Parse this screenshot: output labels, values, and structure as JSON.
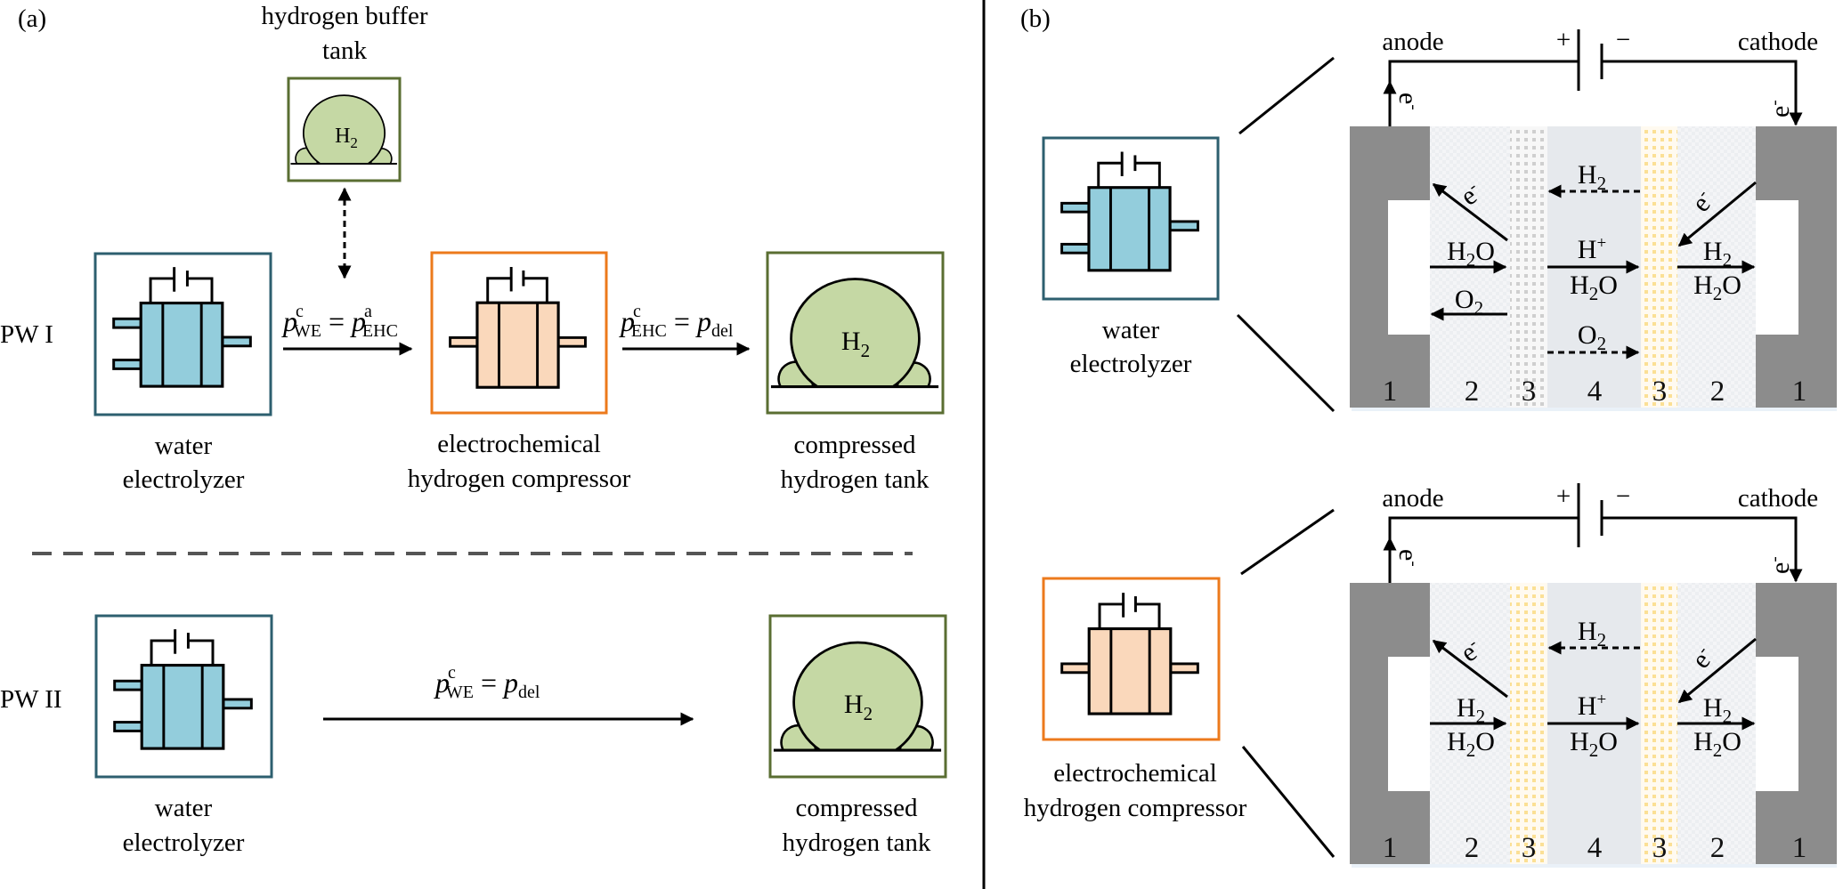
{
  "panel_a": {
    "label": "(a)",
    "buffer_tank": {
      "label_line1": "hydrogen buffer",
      "label_line2": "tank",
      "gas": {
        "base": "H",
        "sub": "2"
      }
    },
    "pw1": {
      "label": "PW I",
      "water_electrolyzer": {
        "line1": "water",
        "line2": "electrolyzer"
      },
      "compressor": {
        "line1": "electrochemical",
        "line2": "hydrogen compressor"
      },
      "tank": {
        "line1": "compressed",
        "line2": "hydrogen tank",
        "gas": {
          "base": "H",
          "sub": "2"
        }
      },
      "formula1": {
        "lhs": "p",
        "lhs_sup": "c",
        "lhs_sub": "WE",
        "eq": " = ",
        "rhs": "p",
        "rhs_sup": "a",
        "rhs_sub": "EHC"
      },
      "formula2": {
        "lhs": "p",
        "lhs_sup": "c",
        "lhs_sub": "EHC",
        "eq": " = ",
        "rhs": "p",
        "rhs_sub": "del"
      }
    },
    "pw2": {
      "label": "PW II",
      "water_electrolyzer": {
        "line1": "water",
        "line2": "electrolyzer"
      },
      "tank": {
        "line1": "compressed",
        "line2": "hydrogen tank",
        "gas": {
          "base": "H",
          "sub": "2"
        }
      },
      "formula": {
        "lhs": "p",
        "lhs_sup": "c",
        "lhs_sub": "WE",
        "eq": " = ",
        "rhs": "p",
        "rhs_sub": "del"
      }
    }
  },
  "panel_b": {
    "label": "(b)",
    "colors": {
      "electrolyzer_border": "#2d5f6f",
      "electrolyzer_fill": "#93cddc",
      "compressor_border": "#ec7a1c",
      "compressor_fill": "#fad8bb",
      "tank_border": "#5a6e32",
      "tank_fill": "#c5d8a4"
    },
    "electrolyzer_box": {
      "line1": "water",
      "line2": "electrolyzer"
    },
    "compressor_box": {
      "line1": "electrochemical",
      "line2": "hydrogen compressor"
    },
    "cells": [
      {
        "name": "water-electrolyzer-cell",
        "anode": "anode",
        "cathode": "cathode",
        "plus": "+",
        "minus": "−",
        "electron": "e",
        "electron_mark": "-",
        "layers": [
          "1",
          "2",
          "3",
          "4",
          "3",
          "2",
          "1"
        ],
        "anode_in": {
          "top": {
            "base": "H",
            "sub": "2",
            "tail": "O"
          }
        },
        "anode_out": {
          "base": "O",
          "sub": "2"
        },
        "membrane_back": {
          "base": "H",
          "sub": "2"
        },
        "membrane_fwd_top": {
          "base": "H",
          "sup": "+"
        },
        "membrane_fwd_bottom": {
          "base": "H",
          "sub": "2",
          "tail": "O"
        },
        "membrane_cross": {
          "base": "O",
          "sub": "2"
        },
        "cathode_out_top": {
          "base": "H",
          "sub": "2"
        },
        "cathode_out_bottom": {
          "base": "H",
          "sub": "2",
          "tail": "O"
        }
      },
      {
        "name": "compressor-cell",
        "anode": "anode",
        "cathode": "cathode",
        "plus": "+",
        "minus": "−",
        "electron": "e",
        "electron_mark": "-",
        "layers": [
          "1",
          "2",
          "3",
          "4",
          "3",
          "2",
          "1"
        ],
        "anode_in_top": {
          "base": "H",
          "sub": "2"
        },
        "anode_in_bottom": {
          "base": "H",
          "sub": "2",
          "tail": "O"
        },
        "membrane_back": {
          "base": "H",
          "sub": "2"
        },
        "membrane_fwd_top": {
          "base": "H",
          "sup": "+"
        },
        "membrane_fwd_bottom": {
          "base": "H",
          "sub": "2",
          "tail": "O"
        },
        "cathode_out_top": {
          "base": "H",
          "sub": "2"
        },
        "cathode_out_bottom": {
          "base": "H",
          "sub": "2",
          "tail": "O"
        }
      }
    ]
  }
}
